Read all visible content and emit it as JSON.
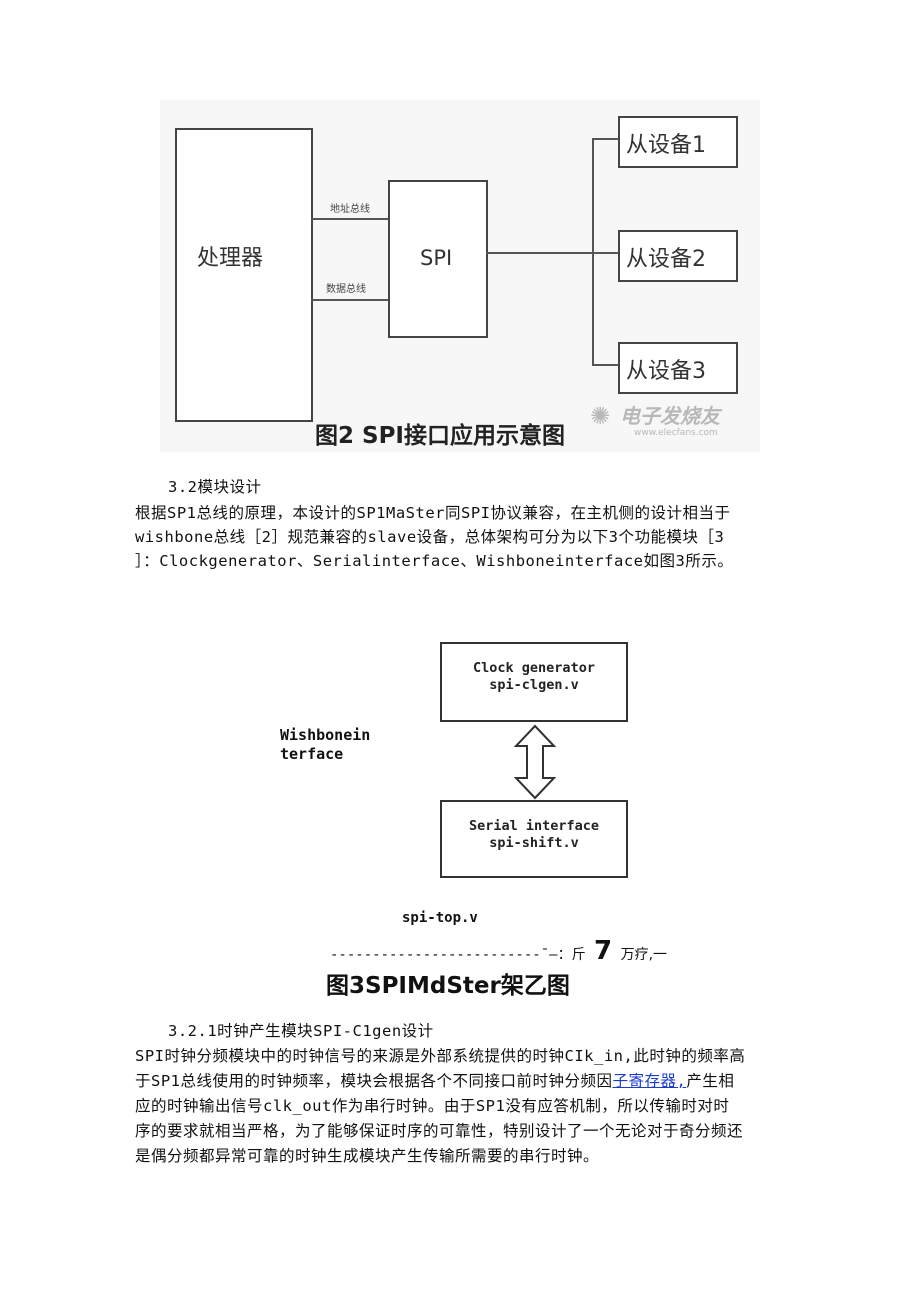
{
  "figure2": {
    "processor": "处理器",
    "address_bus": "地址总线",
    "data_bus": "数据总线",
    "spi": "SPI",
    "slave1": "从设备1",
    "slave2": "从设备2",
    "slave3": "从设备3",
    "caption": "图2 SPI接口应用示意图",
    "watermark_text": "电子发烧友",
    "watermark_url": "www.elecfans.com"
  },
  "section_3_2": {
    "heading": "3.2模块设计",
    "line1": "根据SP1总线的原理，本设计的SP1MaSter同SPI协议兼容，在主机侧的设计相当于",
    "line2": "wishbone总线［2］规范兼容的slave设备，总体架构可分为以下3个功能模块［3",
    "line3": "］：Clockgenerator、Serialinterface、Wishboneinterface如图3所示。"
  },
  "figure3": {
    "wishbone_label_1": "Wishbonein",
    "wishbone_label_2": "terface",
    "clock_box_1": "Clock generator",
    "clock_box_2": "spi-clgen.v",
    "serial_box_1": "Serial interface",
    "serial_box_2": "spi-shift.v",
    "top_label": "spi-top.v",
    "dashes": "-------------------------ˉ—：斤",
    "big_seven": "7",
    "after_seven": "万疗,一",
    "caption": "图3SPIMdSter架乙图"
  },
  "section_3_2_1": {
    "heading": "3.2.1时钟产生模块SPI-C1gen设计",
    "line1": "SPI时钟分频模块中的时钟信号的来源是外部系统提供的时钟CIk_in,此时钟的频率高",
    "line2_a": "于SP1总线使用的时钟频率，模块会根据各个不同接口前时钟分频因",
    "line2_link": "子寄存器,",
    "line2_b": "产生相",
    "line3": "应的时钟输出信号clk_out作为串行时钟。由于SP1没有应答机制，所以传输时对时",
    "line4": "序的要求就相当严格，为了能够保证时序的可靠性，特别设计了一个无论对于奇分频还",
    "line5": "是偶分频都异常可靠的时钟生成模块产生传输所需要的串行时钟。"
  }
}
